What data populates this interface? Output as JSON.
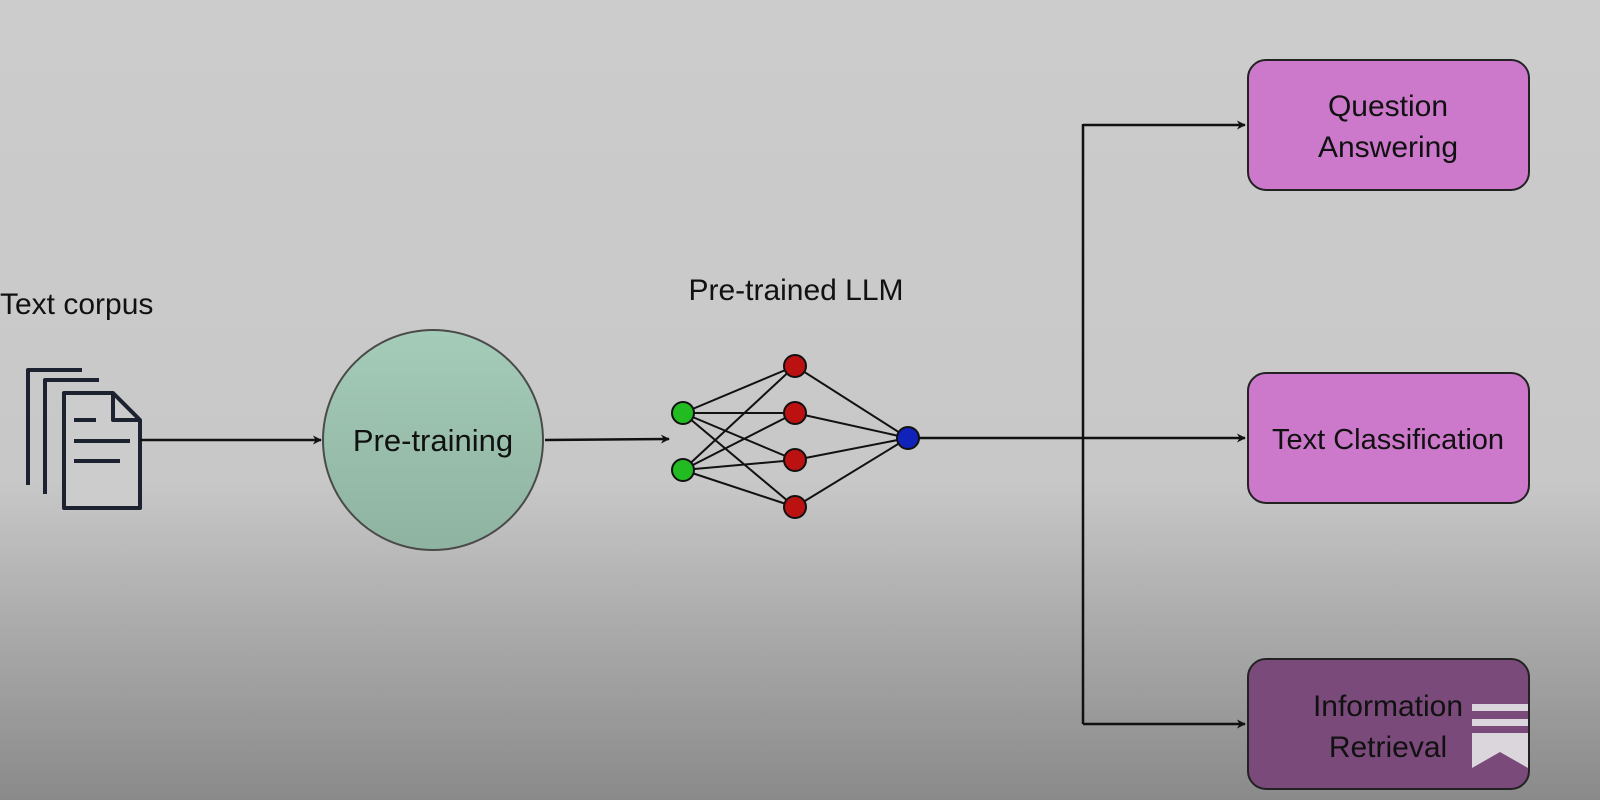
{
  "labels": {
    "corpus": "Text corpus",
    "pretrained": "Pre-trained LLM"
  },
  "pretraining": {
    "label": "Pre-training"
  },
  "tasks": [
    {
      "line1": "Question",
      "line2": "Answering"
    },
    {
      "line1": "Text Classification"
    },
    {
      "line1": "Information",
      "line2": "Retrieval"
    }
  ],
  "icons": {
    "documents": "documents-icon",
    "network": "neural-network-icon",
    "watermark": "bookmark-logo-icon"
  },
  "colors": {
    "background_top": "#cccccc",
    "background_bottom": "#8a8a8a",
    "pretraining_fill": "#a2cbb6",
    "task_fill": "#cc79cc",
    "node_input": "#22bb22",
    "node_hidden": "#bb1111",
    "node_output": "#1122bb",
    "line": "#111111"
  }
}
